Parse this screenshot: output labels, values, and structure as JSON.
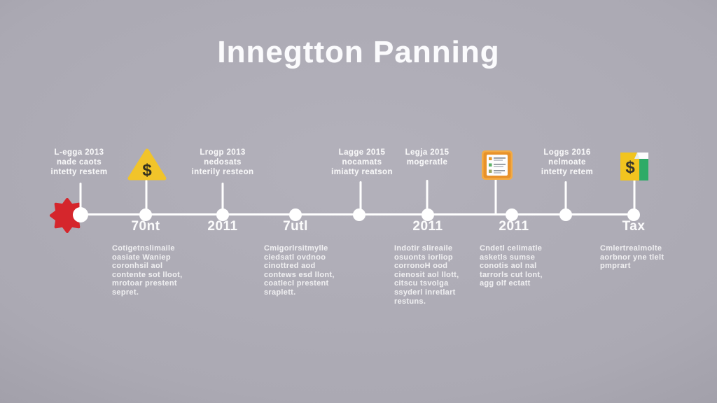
{
  "title": "Innegtton Panning",
  "glyphs": {
    "dollar": "$"
  },
  "colors": {
    "background": "#aba9b3",
    "background_edge": "#8b8993",
    "timeline": "#ffffff",
    "burst_red": "#d5262c",
    "triangle_yellow": "#f1c42a",
    "doc_orange": "#e8992d",
    "file_yellow": "#f1c41f",
    "file_green": "#2eab67"
  },
  "start_marker": {
    "icon": "burst-icon"
  },
  "events": [
    {
      "above_lines": [
        "L-egga 2013",
        "nade caots",
        "intetty restem"
      ]
    },
    {
      "icon": "dollar-triangle-icon",
      "year": "70nt",
      "para_lines": [
        "Cotigetnslimaile",
        "oasiate Waniep",
        "coronhsil aol",
        "contente sot lloot,",
        "mrotoar prestent",
        "sepret."
      ]
    },
    {
      "above_lines": [
        "Lrogp 2013",
        "nedosats",
        "interily resteon"
      ],
      "year": "2011"
    },
    {
      "year": "7utl",
      "para_lines": [
        "Cmigorlrsitmylle",
        "ciedsatl ovdnoo",
        "cinottred aod",
        "contews esd llont,",
        "coatlecl prestent",
        "sraplett."
      ]
    },
    {
      "above_lines": [
        "Lagge 2015",
        "nocamats",
        "imiatty reatson"
      ]
    },
    {
      "above_lines": [
        "Legja 2015",
        "mogeratle"
      ],
      "year": "2011",
      "para_lines": [
        "Indotir slireaile",
        "osuonts iorliop",
        "corronoH ood",
        "cienosit aol llott,",
        "citscu tsvolga",
        "ssyderl inretlart",
        "restuns."
      ]
    },
    {
      "icon": "document-checklist-icon",
      "year": "2011",
      "para_lines": [
        "Cndetl celimatle",
        "asketls sumse",
        "conotis aol nal",
        "tarrorls cut lont,",
        "agg olf ectatt"
      ]
    },
    {
      "above_lines": [
        "Loggs 2016",
        "nelmoate",
        "intetty retem"
      ]
    },
    {
      "icon": "spreadsheet-file-icon",
      "year": "Tax",
      "para_lines": [
        "Cmlertrealmolte",
        "aorbnor yne tlelt",
        "pmprart"
      ]
    }
  ]
}
